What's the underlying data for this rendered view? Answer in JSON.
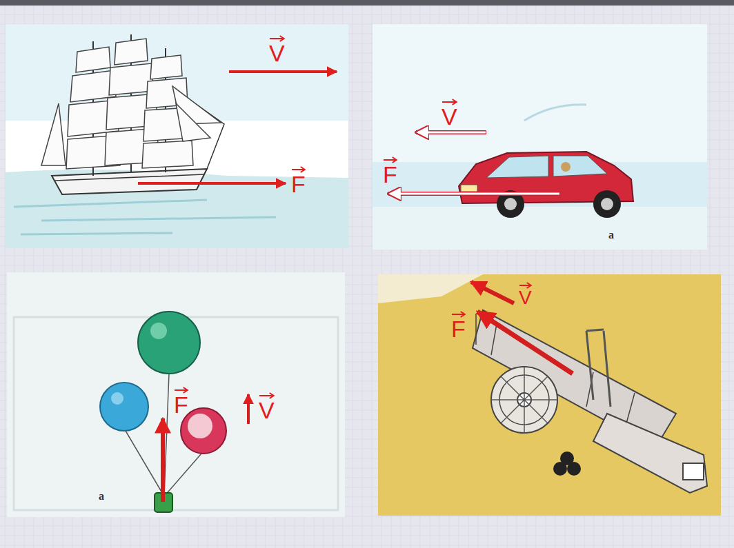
{
  "diagram": {
    "labels": [
      "V",
      "F",
      "V",
      "F",
      "а",
      "F",
      "V",
      "а",
      "V",
      "F"
    ]
  }
}
